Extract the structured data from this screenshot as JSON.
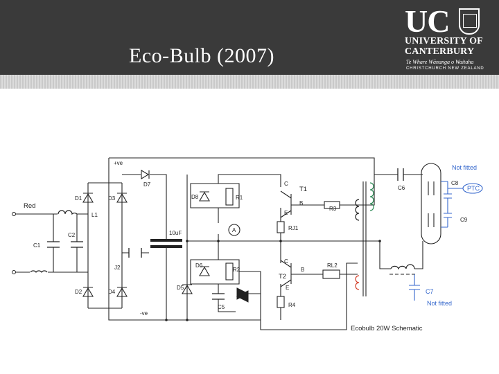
{
  "slide": {
    "title": "Eco-Bulb (2007)"
  },
  "logo": {
    "short": "UC",
    "line1": "UNIVERSITY OF",
    "line2": "CANTERBURY",
    "line3": "Te Whare Wānanga o Waitaha",
    "line4": "CHRISTCHURCH NEW ZEALAND"
  },
  "schematic": {
    "caption": "Ecobulb 20W Schematic",
    "labels": {
      "pos": "+ve",
      "neg": "-ve",
      "red": "Red",
      "D1": "D1",
      "D2": "D2",
      "D3": "D3",
      "D4": "D4",
      "D5": "D5",
      "D6": "D6",
      "D7": "D7",
      "D8": "D8",
      "C1": "C1",
      "C2": "C2",
      "C5": "C5",
      "C6": "C6",
      "C7": "C7",
      "C8": "C8",
      "C9": "C9",
      "L1": "L1",
      "J2": "J2",
      "cap_value": "10uF",
      "R1": "R1",
      "R2": "R2",
      "R3": "R3",
      "R4": "R4",
      "RJ1": "RJ1",
      "RL2": "RL2",
      "T1": "T1",
      "T2": "T2",
      "C": "C",
      "B": "B",
      "E": "E",
      "A": "A",
      "not_fitted_top": "Not fitted",
      "not_fitted_bottom": "Not fitted",
      "ptc": "PTC"
    }
  },
  "colors": {
    "header": "#3a3a3a",
    "accent_blue": "#3366cc"
  }
}
